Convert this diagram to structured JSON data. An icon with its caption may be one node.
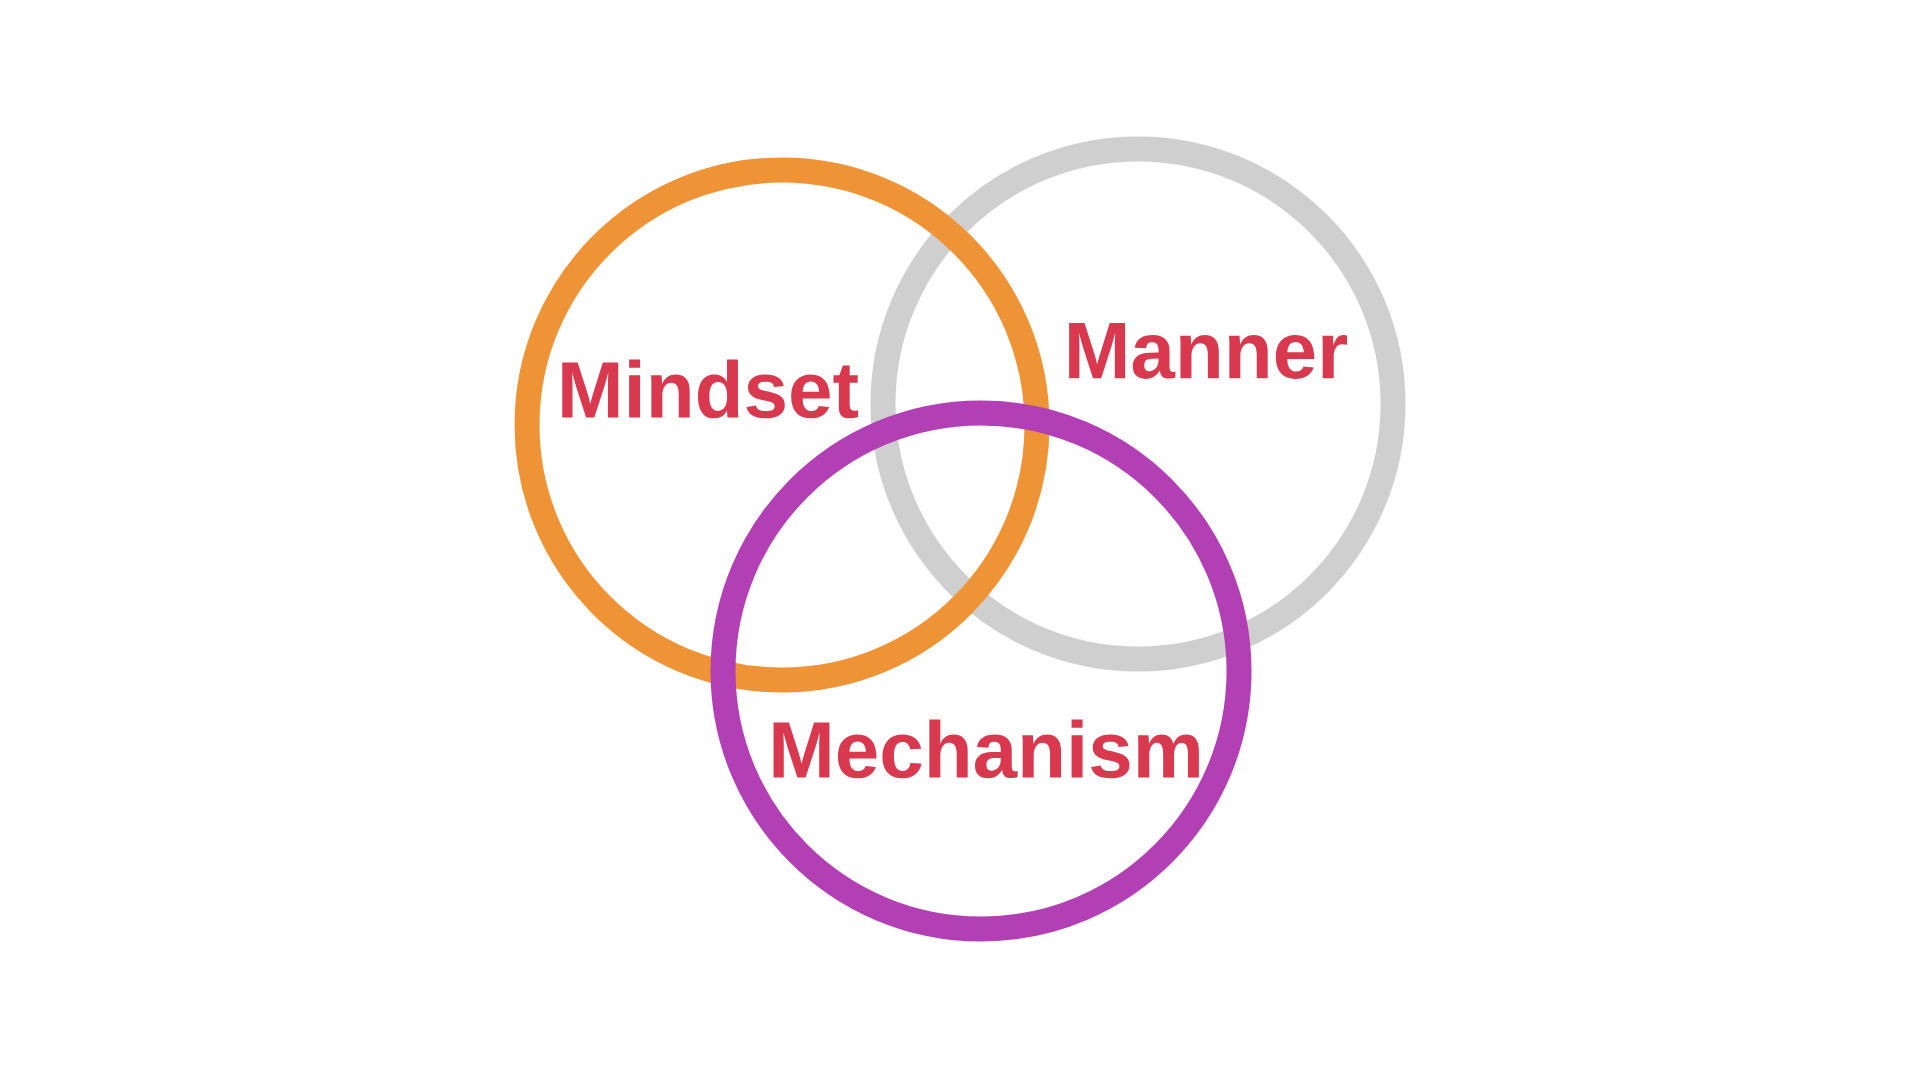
{
  "diagram": {
    "nodes": [
      {
        "text": [
          "Mindset"
        ]
      },
      {
        "text": [
          "Manner"
        ]
      },
      {
        "text": [
          "Mechanism"
        ]
      }
    ]
  }
}
